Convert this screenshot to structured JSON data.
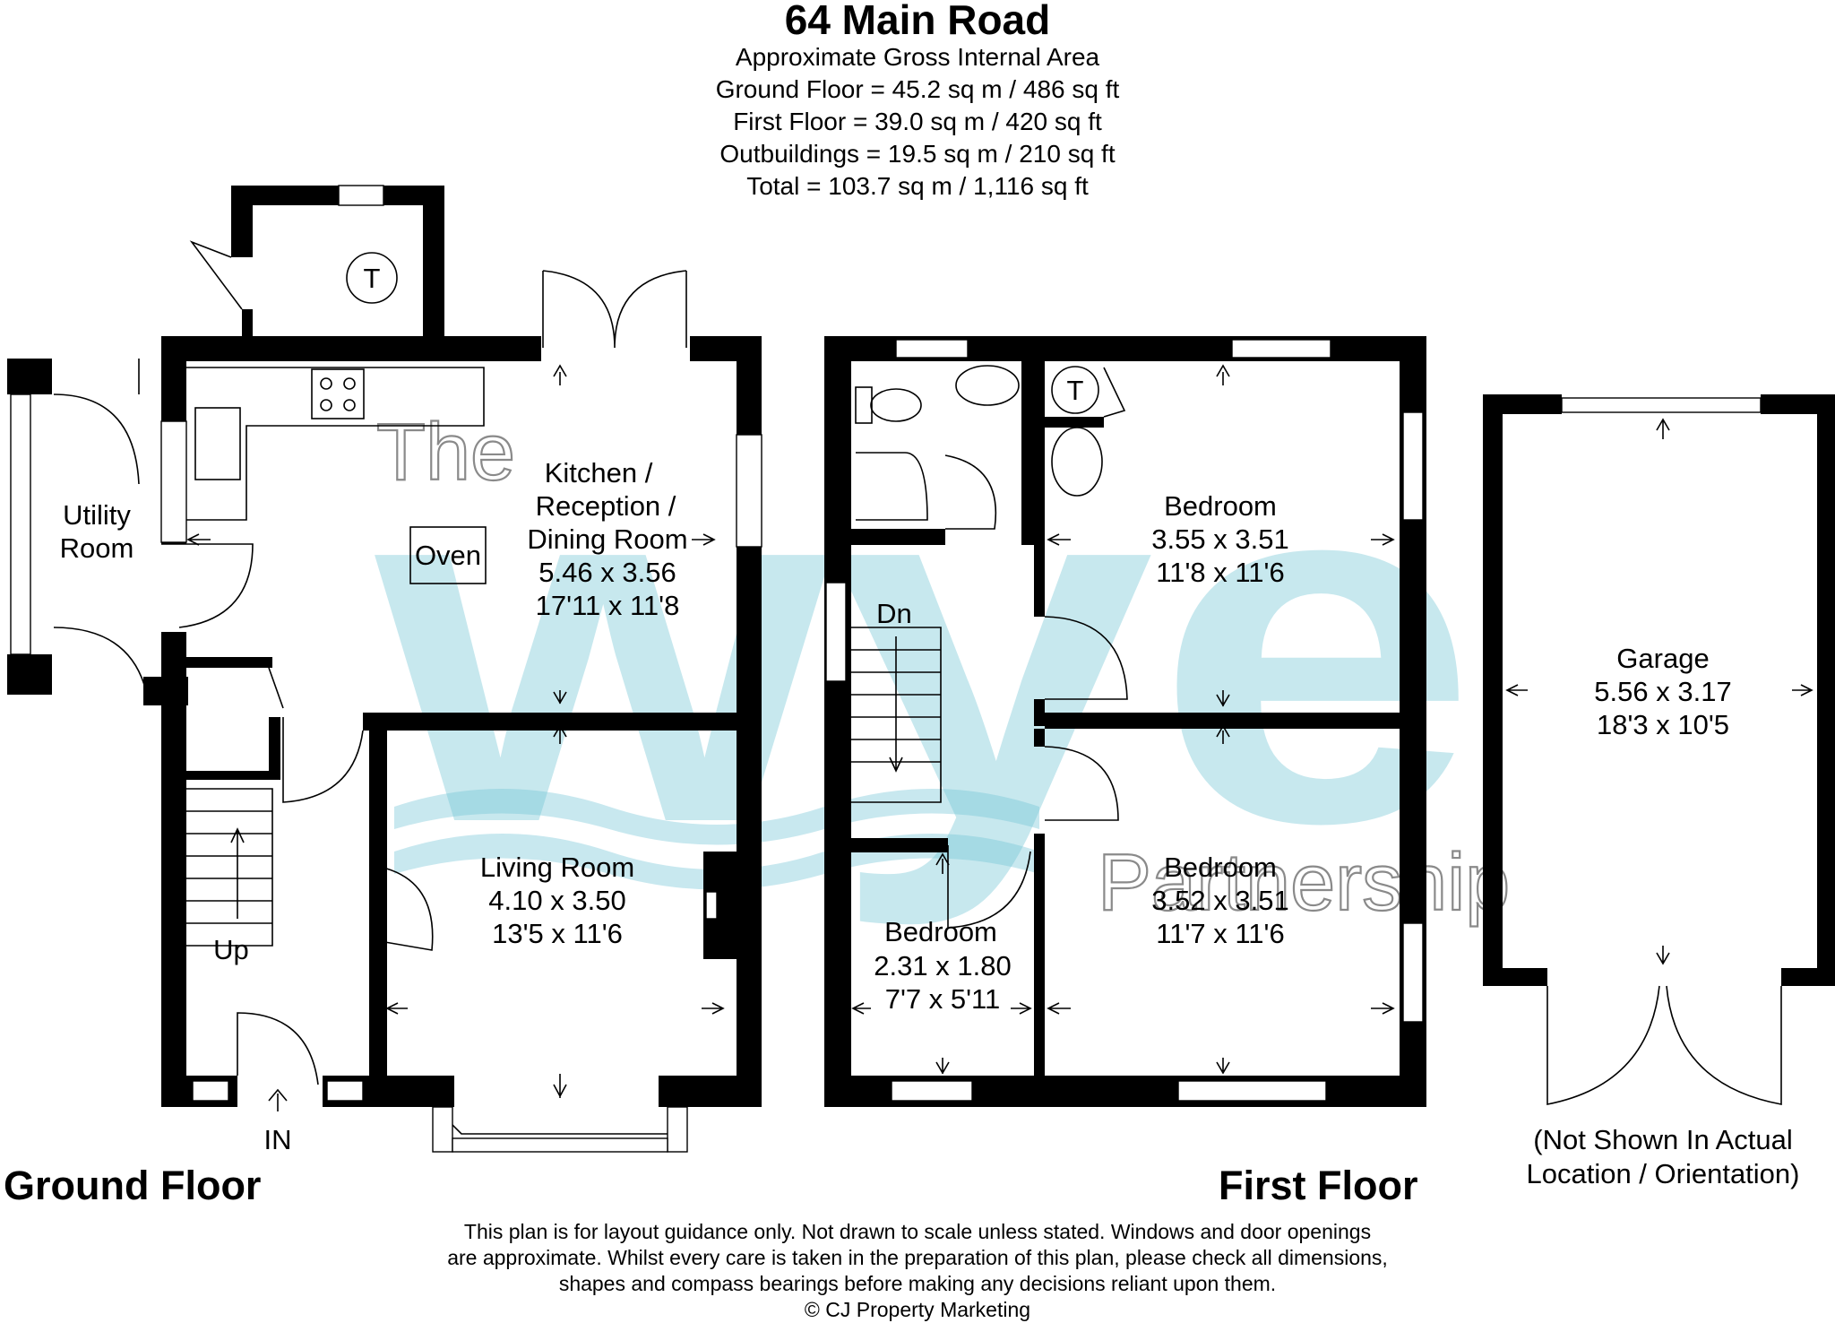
{
  "header": {
    "title": "64 Main Road",
    "lines": [
      "Approximate Gross Internal Area",
      "Ground Floor = 45.2 sq m / 486 sq ft",
      "First Floor = 39.0 sq m / 420 sq ft",
      "Outbuildings = 19.5 sq m / 210 sq ft",
      "Total = 103.7 sq m / 1,116 sq ft"
    ]
  },
  "watermark": {
    "top": "The",
    "brand": "wye",
    "bottom": "Partnership",
    "color": "#6fc3d4"
  },
  "ground_floor": {
    "name": "Ground Floor",
    "utility": {
      "line1": "Utility",
      "line2": "Room"
    },
    "kitchen": {
      "line1": "Kitchen /",
      "line2": "Reception /",
      "line3": "Dining Room",
      "metric": "5.46 x 3.56",
      "imperial": "17'11 x 11'8"
    },
    "oven": "Oven",
    "tank": "T",
    "living": {
      "name": "Living Room",
      "metric": "4.10 x 3.50",
      "imperial": "13'5 x 11'6"
    },
    "stairs": "Up",
    "entrance": "IN"
  },
  "first_floor": {
    "name": "First Floor",
    "tank": "T",
    "stairs": "Dn",
    "bedroom_1": {
      "name": "Bedroom",
      "metric": "3.55 x 3.51",
      "imperial": "11'8 x 11'6"
    },
    "bedroom_2": {
      "name": "Bedroom",
      "metric": "3.52 x 3.51",
      "imperial": "11'7 x 11'6"
    },
    "bedroom_3": {
      "name": "Bedroom",
      "metric": "2.31 x 1.80",
      "imperial": "7'7 x 5'11"
    }
  },
  "garage": {
    "name": "Garage",
    "metric": "5.56 x 3.17",
    "imperial": "18'3 x 10'5",
    "note_line1": "(Not Shown In Actual",
    "note_line2": "Location / Orientation)"
  },
  "footer": {
    "lines": [
      "This plan is for layout guidance only. Not drawn to scale unless stated. Windows and door openings",
      "are approximate. Whilst every care is taken in the preparation of this plan, please check all dimensions,",
      "shapes and compass bearings before making any decisions reliant upon them."
    ],
    "copyright": "© CJ Property Marketing"
  }
}
